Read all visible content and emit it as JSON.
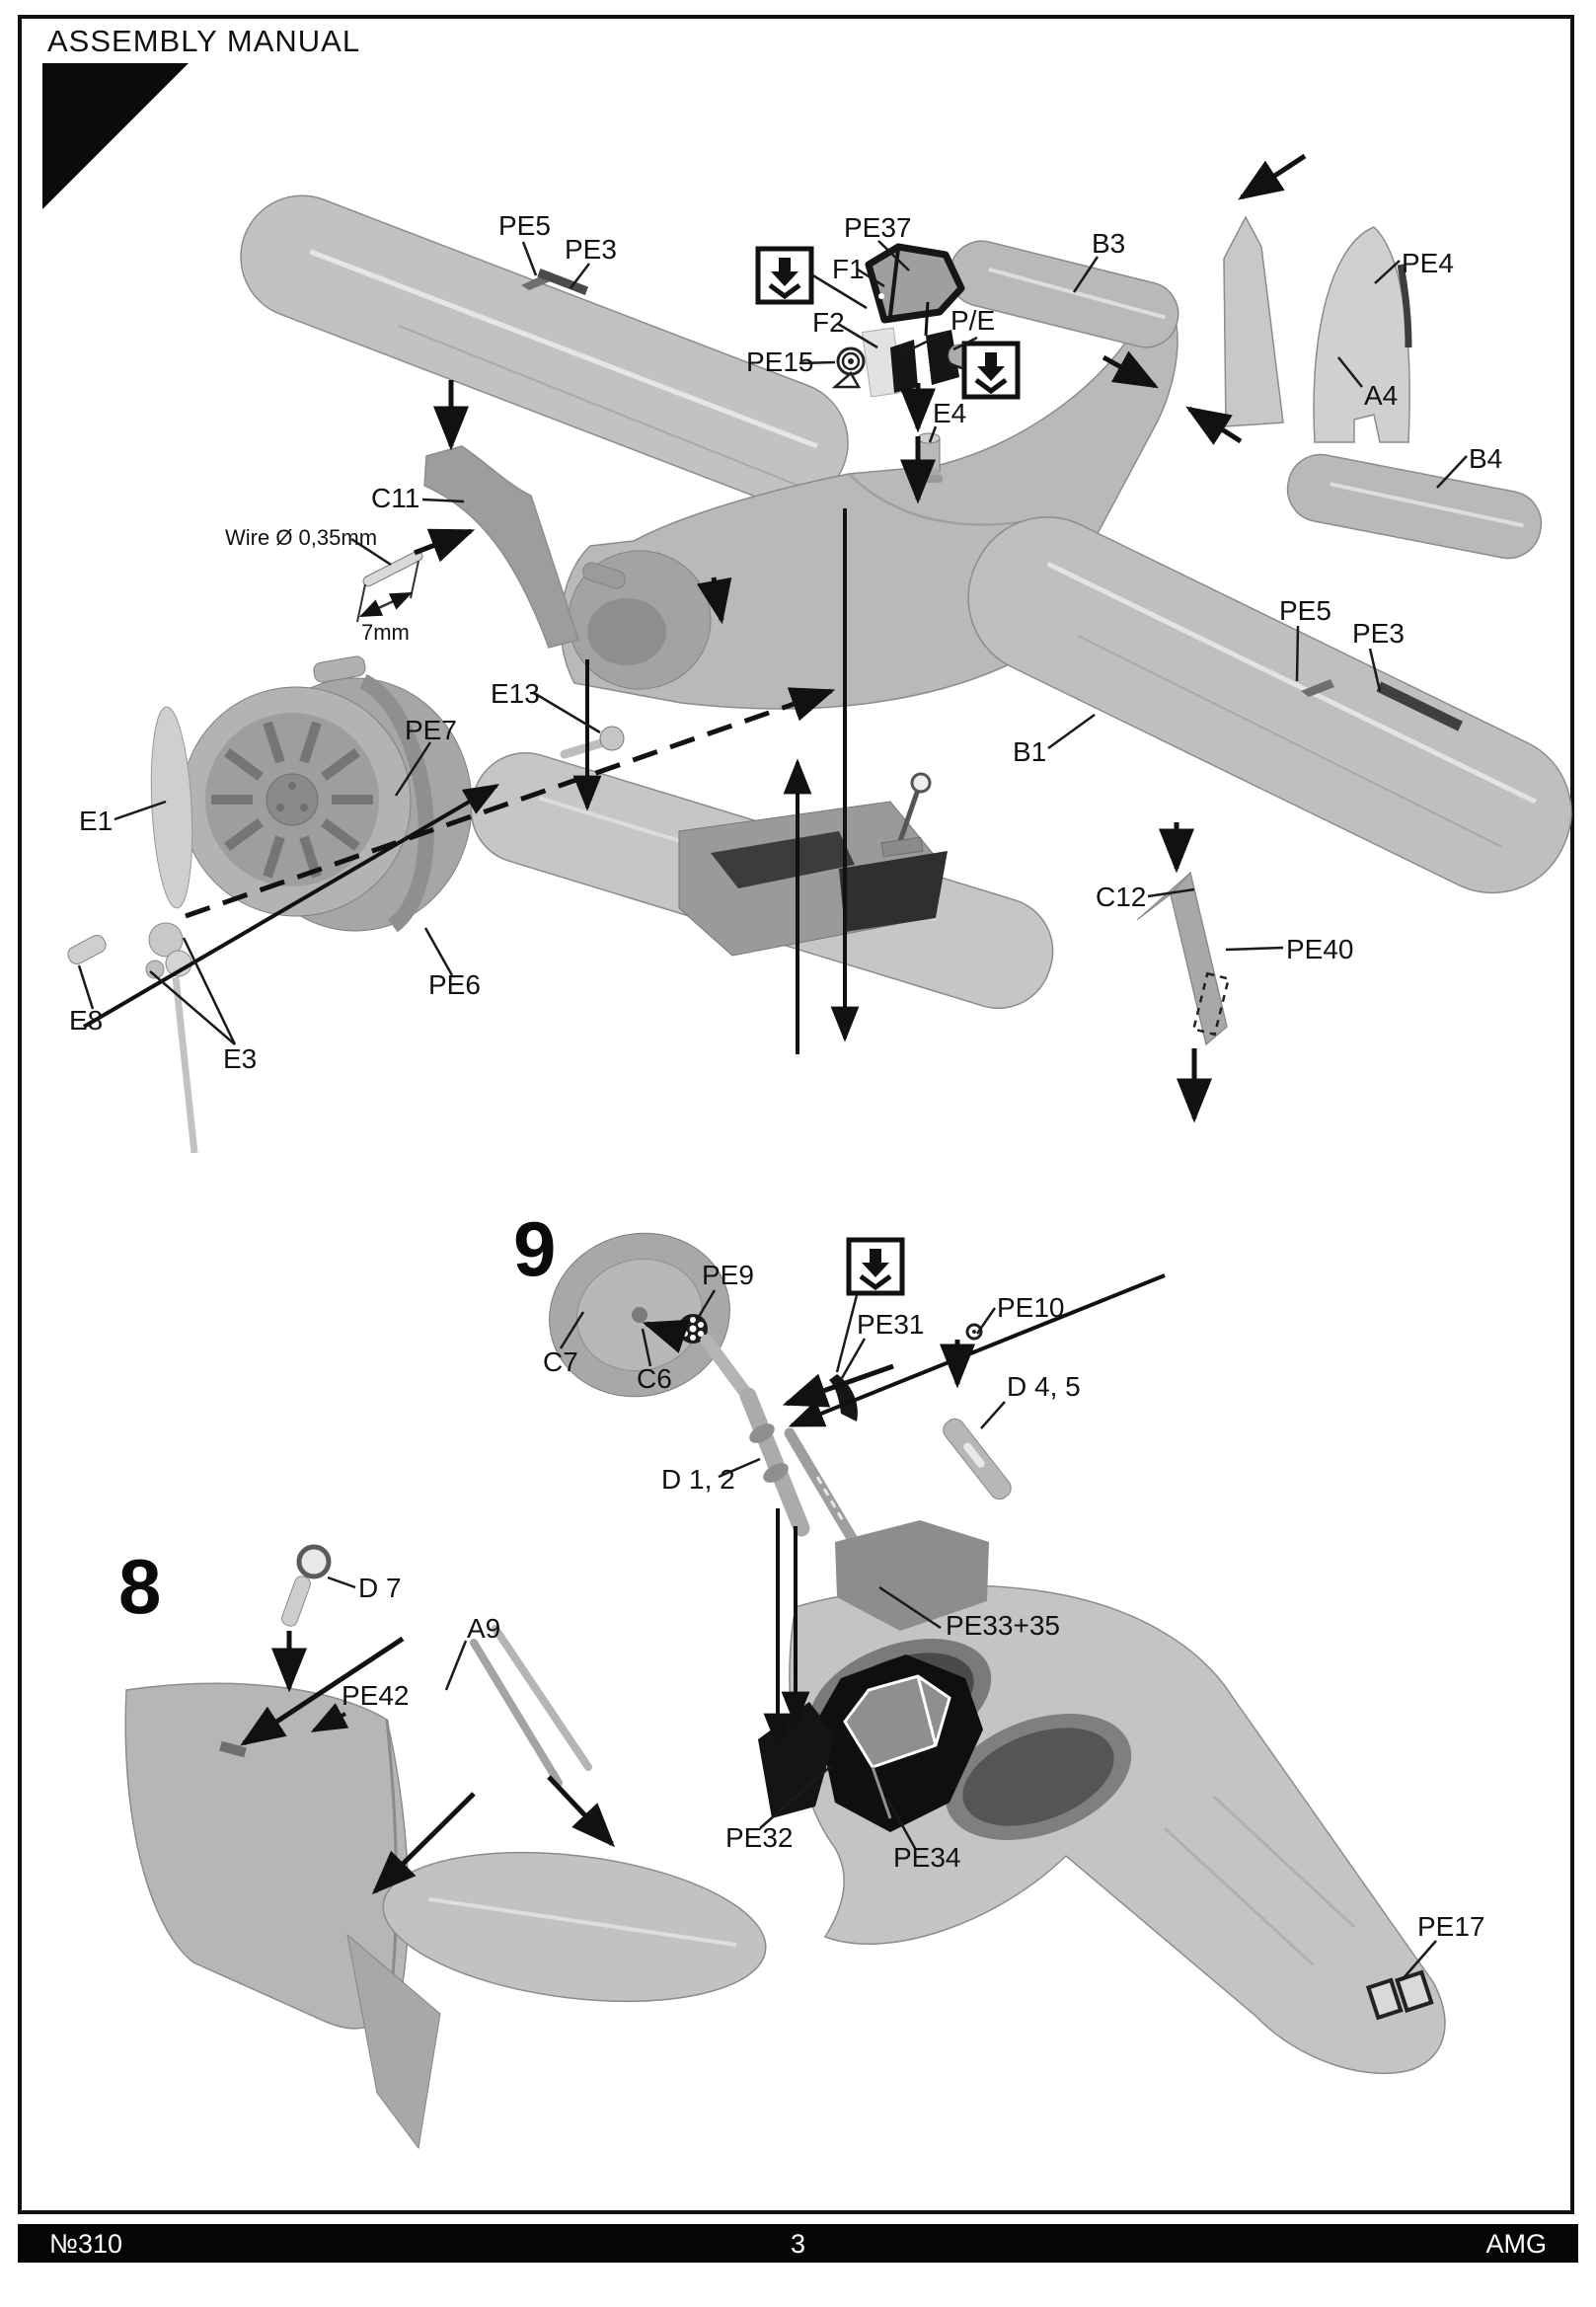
{
  "header": {
    "title": "ASSEMBLY MANUAL"
  },
  "footer": {
    "kit_number": "№310",
    "page_number": "3",
    "brand": "AMG"
  },
  "steps": {
    "step8": "8",
    "step9": "9"
  },
  "notes": {
    "wire": "Wire Ø 0,35mm",
    "wire_length": "7mm"
  },
  "labels": {
    "pe5_top": "PE5",
    "pe3_top": "PE3",
    "pe37": "PE37",
    "f1": "F1",
    "f2": "F2",
    "pe_etch": "P/E",
    "pe15": "PE15",
    "e4": "E4",
    "b3": "B3",
    "pe4": "PE4",
    "a4": "A4",
    "b4": "B4",
    "c11": "C11",
    "e13": "E13",
    "pe7": "PE7",
    "e1": "E1",
    "pe6": "PE6",
    "e8": "E8",
    "e3": "E3",
    "b1": "B1",
    "pe5_right": "PE5",
    "pe3_right": "PE3",
    "c12": "C12",
    "pe40": "PE40",
    "c7": "C7",
    "c6": "C6",
    "pe9": "PE9",
    "pe31": "PE31",
    "pe10": "PE10",
    "d45": "D 4, 5",
    "d12": "D 1, 2",
    "pe33_35": "PE33+35",
    "pe32": "PE32",
    "pe34": "PE34",
    "pe17": "PE17",
    "d7": "D 7",
    "a9": "A9",
    "pe42": "PE42"
  },
  "icons": {
    "press_down": "press-down-arrow"
  },
  "colors": {
    "part_gray": "#bfbfbf",
    "dark_part": "#8f8f8f",
    "black_part": "#111111",
    "line": "#111111",
    "footer_bg": "#050505",
    "footer_text": "#ffffff"
  }
}
